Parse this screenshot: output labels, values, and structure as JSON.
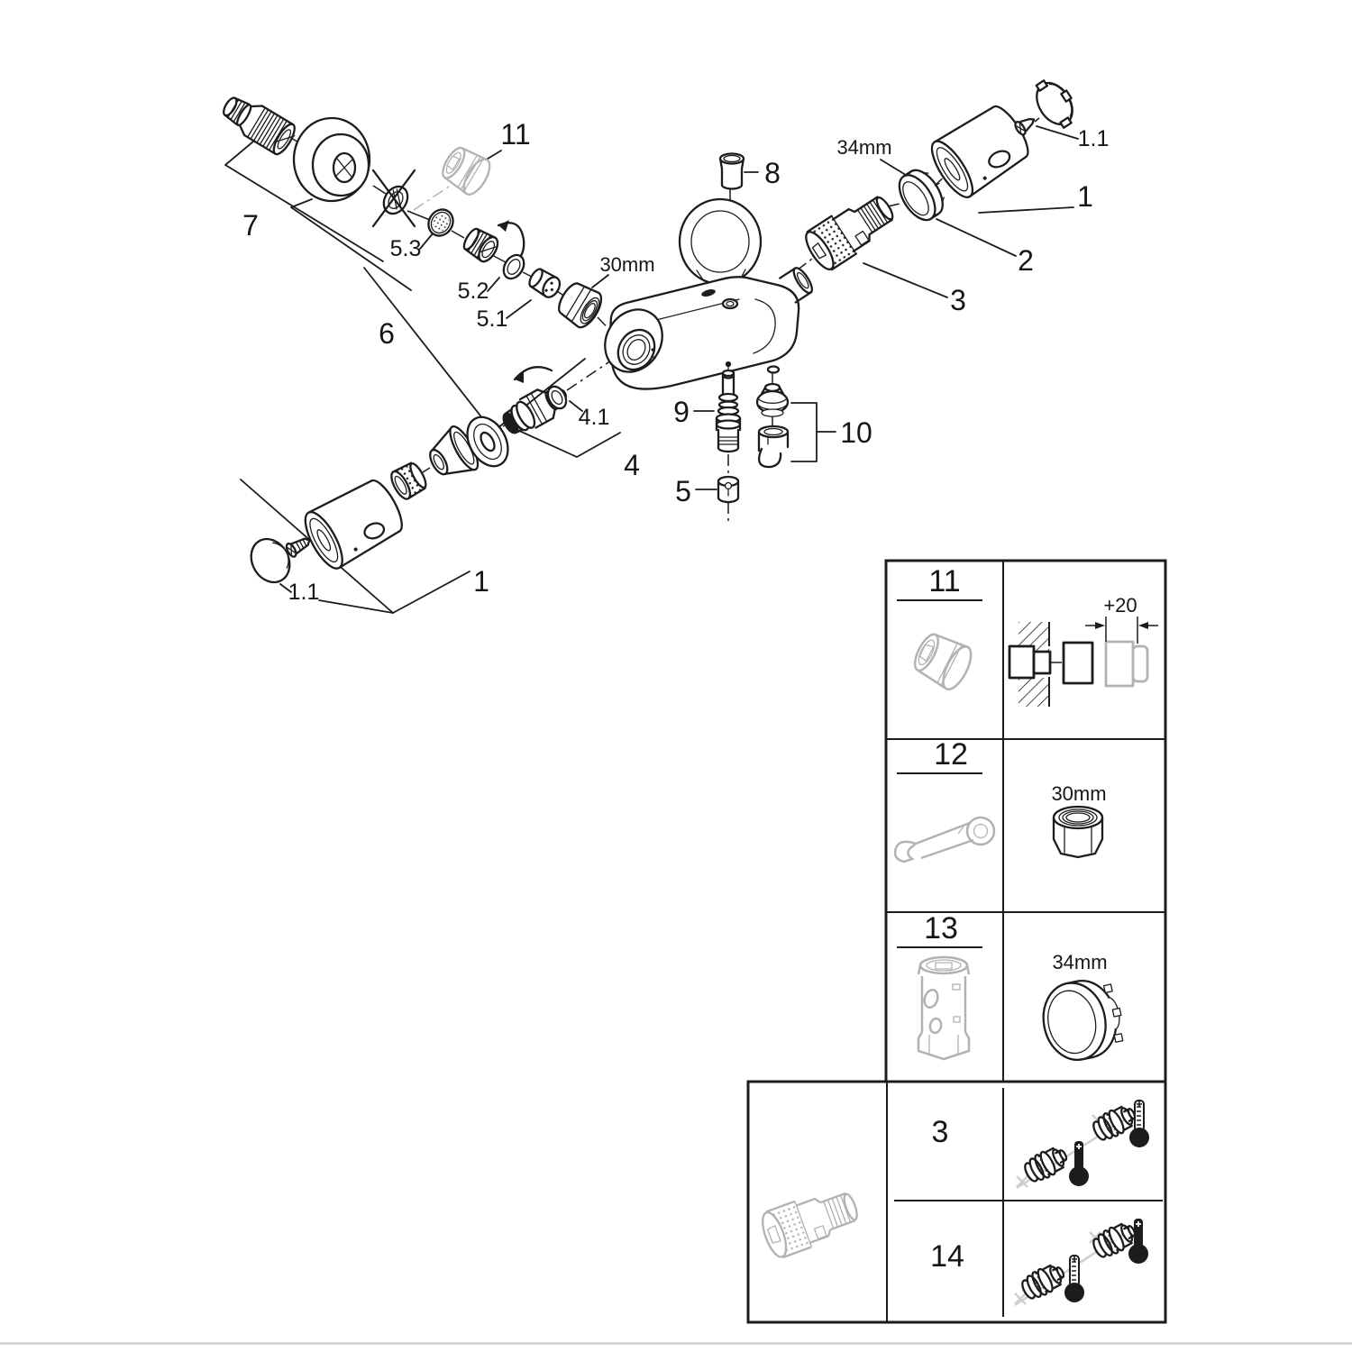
{
  "page": {
    "kind": "exploded-parts-diagram",
    "background": "#ffffff",
    "colors": {
      "line": "#1c1c1c",
      "muted_part": "#b2b2b2",
      "footer_rule": "#d8d8d8"
    }
  },
  "callouts": {
    "part7": "7",
    "part11": "11",
    "part5_3": "5.3",
    "part5_2": "5.2",
    "part5_1": "5.1",
    "part6": "6",
    "dim_30mm": "30mm",
    "part8": "8",
    "dim_34mm": "34mm",
    "part1_1_right": "1.1",
    "part1_right": "1",
    "part2": "2",
    "part3": "3",
    "part9": "9",
    "part10": "10",
    "part4_1": "4.1",
    "part4": "4",
    "part5": "5",
    "part1_1_left": "1.1",
    "part1_left": "1"
  },
  "parts_table": {
    "rows": [
      {
        "ref": "11",
        "item_icon": "extension-adapter-icon",
        "detail_text": "+20",
        "detail_icon": "wall-mount-dimension-icon"
      },
      {
        "ref": "12",
        "item_icon": "combination-wrench-icon",
        "detail_text": "30mm",
        "detail_icon": "union-nut-icon"
      },
      {
        "ref": "13",
        "item_icon": "socket-wrench-sleeve-icon",
        "detail_text": "34mm",
        "detail_icon": "ring-nut-icon"
      }
    ],
    "variant_box": {
      "item_icon": "thermostatic-cartridge-icon",
      "rows": [
        {
          "ref": "3",
          "detail_icon": "cartridge-with-thermometers-icon"
        },
        {
          "ref": "14",
          "detail_icon": "cartridge-with-thermometers-icon"
        }
      ]
    }
  }
}
